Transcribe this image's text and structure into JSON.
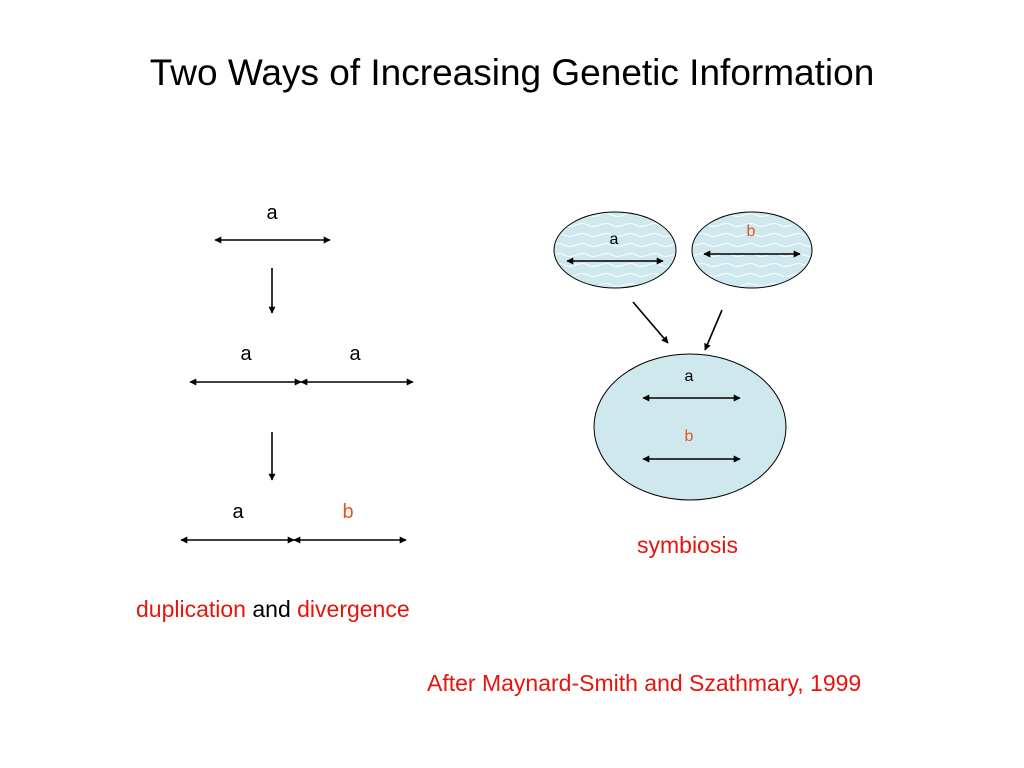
{
  "slide": {
    "title": "Two Ways of Increasing Genetic Information"
  },
  "duplication_panel": {
    "row1": {
      "label": "a"
    },
    "row2": {
      "left_label": "a",
      "right_label": "a"
    },
    "row3": {
      "left_label": "a",
      "right_label": "b"
    },
    "caption": {
      "part1": "duplication",
      "part2": "and",
      "part3": "divergence"
    }
  },
  "symbiosis_panel": {
    "cell_left_label": "a",
    "cell_right_label": "b",
    "merged_top_label": "a",
    "merged_bottom_label": "b",
    "caption": "symbiosis"
  },
  "citation": "After Maynard-Smith and Szathmary, 1999",
  "colors": {
    "accent_red": "#e8140c",
    "label_orange": "#e0561c",
    "cell_fill": "#cfe8ee",
    "line": "#000000"
  }
}
